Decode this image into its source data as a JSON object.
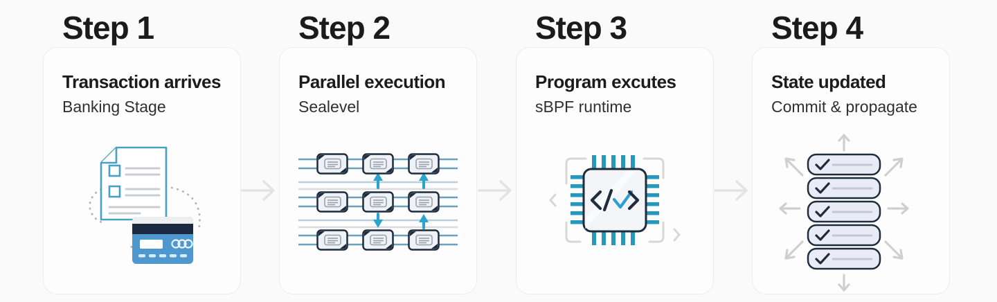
{
  "page": {
    "background": "#fbfafa",
    "kind": "four-step process diagram"
  },
  "colors": {
    "accent_blue": "#2ba3cd",
    "doc_outline_blue": "#46a1c4",
    "credit_card_blue": "#4f98cf",
    "navy": "#1f2c3e",
    "pin_teal": "#2798bd",
    "connector_gray": "#e3e3e3",
    "state_arrow_gray": "#cfcfcf",
    "card_background": "#fdfdfd",
    "card_border": "#ececeb"
  },
  "steps": [
    {
      "heading": "Step 1",
      "title": "Transaction arrives",
      "subtitle": "Banking Stage",
      "icon": "transaction-document-card-icon"
    },
    {
      "heading": "Step 2",
      "title": "Parallel execution",
      "subtitle": "Sealevel",
      "icon": "parallel-lanes-icon"
    },
    {
      "heading": "Step 3",
      "title": "Program excutes",
      "subtitle": "sBPF runtime",
      "icon": "chip-code-icon"
    },
    {
      "heading": "Step 4",
      "title": "State updated",
      "subtitle": "Commit & propagate",
      "icon": "state-stack-propagate-icon"
    }
  ],
  "connectors": [
    {
      "name": "right-arrow"
    },
    {
      "name": "right-arrow"
    },
    {
      "name": "right-arrow"
    }
  ]
}
